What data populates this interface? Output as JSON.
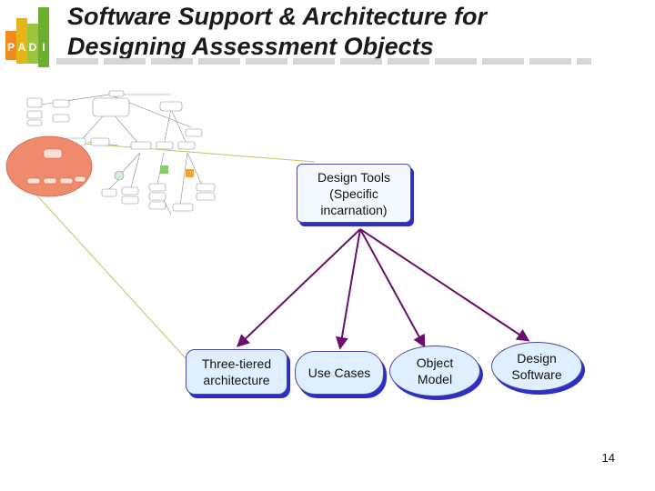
{
  "logo": {
    "letters": [
      "P",
      "A",
      "D",
      "I"
    ],
    "colors": [
      "#f28a1e",
      "#e8b41c",
      "#9cc43c",
      "#6cae2e"
    ]
  },
  "title": {
    "line1": "Software Support & Architecture for",
    "line2": "Designing Assessment Objects"
  },
  "diagram": {
    "root": {
      "line1": "Design Tools",
      "line2": "(Specific",
      "line3": "incarnation)"
    },
    "children": [
      {
        "line1": "Three-tiered",
        "line2": "architecture"
      },
      {
        "line1": "Use Cases"
      },
      {
        "line1": "Object",
        "line2": "Model"
      },
      {
        "line1": "Design",
        "line2": "Software"
      }
    ],
    "colors": {
      "arrow": "#6a0f6e",
      "node_fill": "#dfefff",
      "node_shadow": "#2d2dc8",
      "leader_line": "#c8c060",
      "highlight": "#f08a6c"
    }
  },
  "page_number": "14"
}
